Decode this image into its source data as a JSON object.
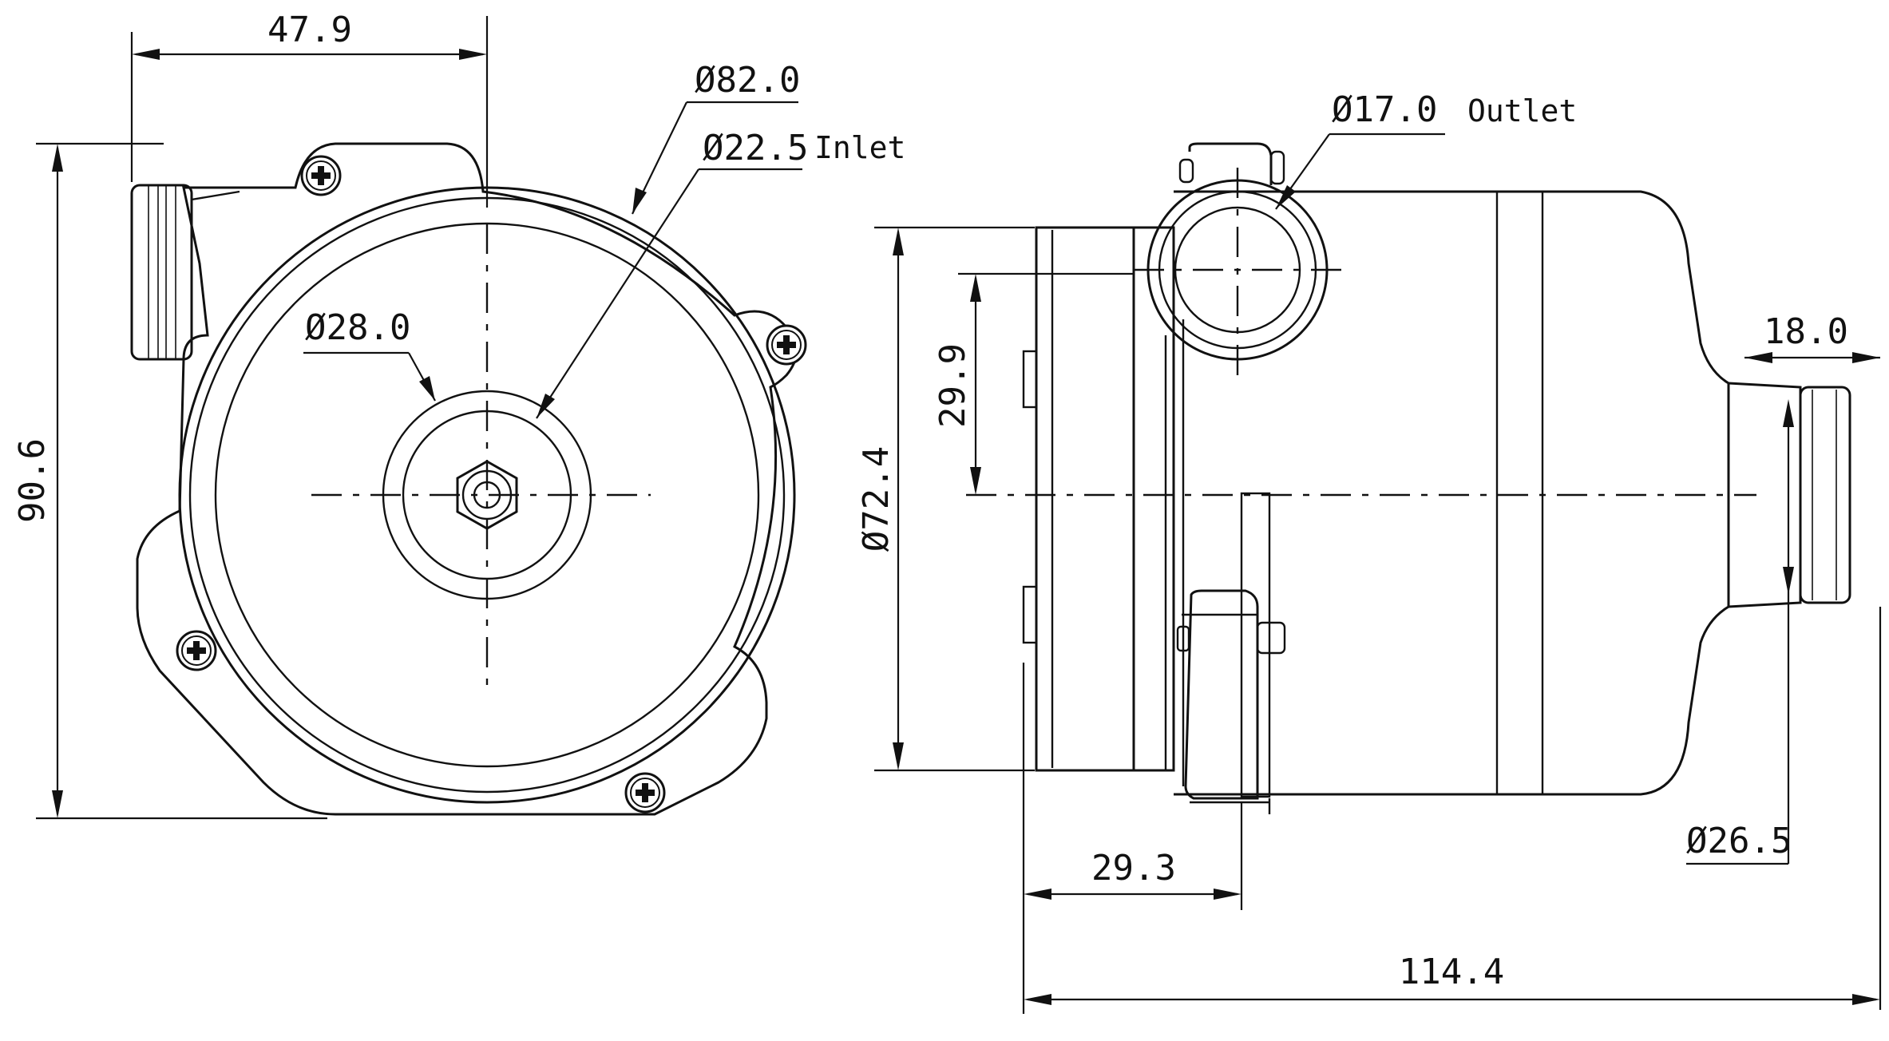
{
  "front_view": {
    "width": "47.9",
    "height": "90.6",
    "housing_diameter": "Ø82.0",
    "inlet_diameter": "Ø22.5",
    "inlet_label": "Inlet",
    "hub_diameter": "Ø28.0"
  },
  "side_view": {
    "outlet_diameter": "Ø17.0",
    "outlet_label": "Outlet",
    "outlet_offset": "29.9",
    "body_diameter": "Ø72.4",
    "nozzle_length": "18.0",
    "nozzle_diameter": "Ø26.5",
    "flange_to_outlet": "29.3",
    "overall_length": "114.4"
  },
  "colors": {
    "line": "#111111",
    "background": "#ffffff"
  },
  "icons": [
    "phillips-screw-icon"
  ]
}
